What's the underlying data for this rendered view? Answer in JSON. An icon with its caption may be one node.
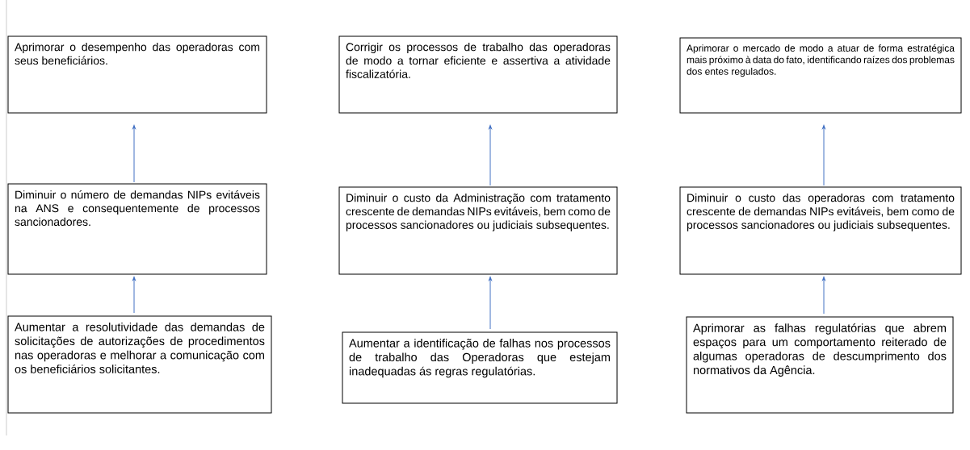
{
  "diagram": {
    "nodes": [
      {
        "text": [
          "Aprimorar o desempenho das operadoras com seus beneficiários."
        ]
      },
      {
        "text": [
          "Corrigir os processos de trabalho das operadoras de modo a tornar eficiente e assertiva a atividade fiscalizatória."
        ]
      },
      {
        "text": [
          "Aprimorar o mercado de modo a atuar de forma estratégica mais próximo à data do fato, identificando raízes dos problemas dos entes regulados."
        ]
      },
      {
        "text": [
          "Diminuir o número de demandas NIPs evitáveis na ANS e consequentemente de processos sancionadores."
        ]
      },
      {
        "text": [
          "Diminuir o custo da Administração com tratamento crescente de demandas NIPs evitáveis, bem como de processos sancionadores ou judiciais subsequentes."
        ]
      },
      {
        "text": [
          "Diminuir o custo das operadoras com tratamento crescente de demandas NIPs evitáveis, bem como de processos sancionadores ou judiciais subsequentes."
        ]
      },
      {
        "text": [
          "Aumentar a resolutividade das demandas de solicitações de autorizações de procedimentos nas operadoras e melhorar a comunicação com os beneficiários solicitantes."
        ]
      },
      {
        "text": [
          "Aumentar a identificação de falhas nos processos de trabalho das Operadoras que estejam inadequadas ás regras regulatórias."
        ]
      },
      {
        "text": [
          "Aprimorar as falhas regulatórias que abrem espaços para um comportamento reiterado de algumas operadoras de descumprimento dos normativos da Agência."
        ]
      }
    ],
    "edges": [
      {
        "from": 6,
        "to": 3,
        "arrow": "to"
      },
      {
        "from": 3,
        "to": 0,
        "arrow": "to"
      },
      {
        "from": 7,
        "to": 4,
        "arrow": "to"
      },
      {
        "from": 4,
        "to": 1,
        "arrow": "to"
      },
      {
        "from": 8,
        "to": 5,
        "arrow": "to"
      },
      {
        "from": 5,
        "to": 2,
        "arrow": "to"
      }
    ]
  }
}
